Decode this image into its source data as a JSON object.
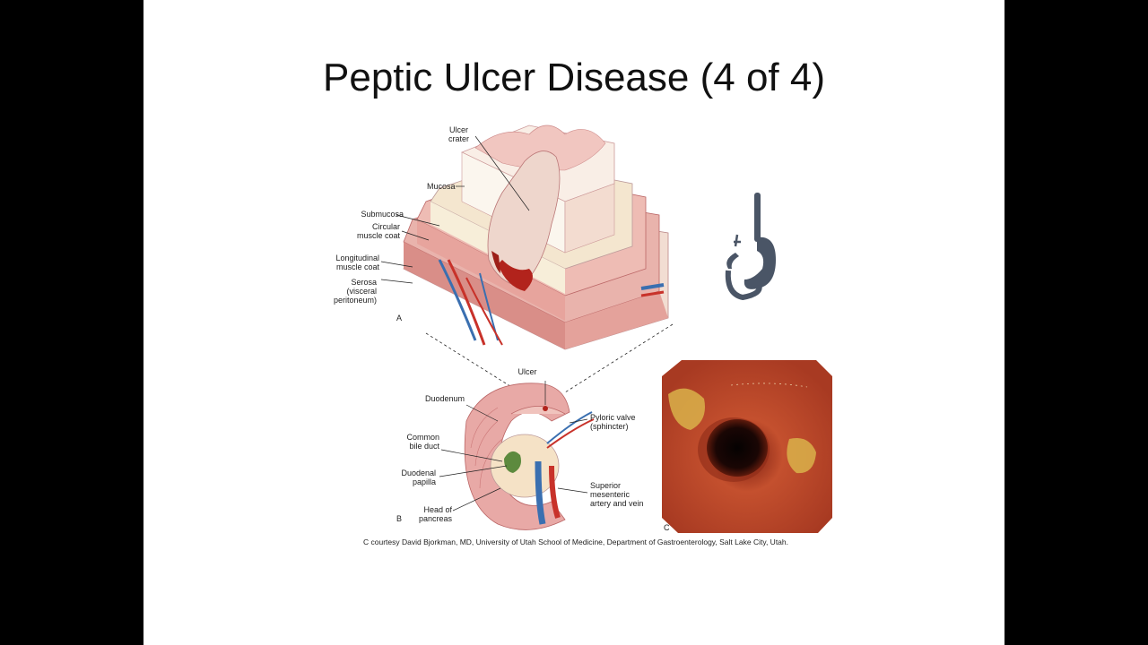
{
  "slide": {
    "title": "Peptic Ulcer Disease (4 of 4)",
    "credit": "C  courtesy David Bjorkman, MD, University of Utah School of Medicine, Department of Gastroenterology, Salt Lake City, Utah."
  },
  "figure_a": {
    "panel_label": "A",
    "labels": {
      "ulcer_crater": "Ulcer\ncrater",
      "mucosa": "Mucosa",
      "submucosa": "Submucosa",
      "circular": "Circular\nmuscle coat",
      "longitudinal": "Longitudinal\nmuscle coat",
      "serosa": "Serosa\n(visceral\nperitoneum)"
    }
  },
  "figure_b": {
    "panel_label": "B",
    "labels": {
      "ulcer": "Ulcer",
      "duodenum": "Duodenum",
      "pyloric": "Pyloric valve\n(sphincter)",
      "bile_duct": "Common\nbile duct",
      "papilla": "Duodenal\npapilla",
      "superior": "Superior\nmesenteric\nartery and vein",
      "pancreas": "Head of\npancreas"
    }
  },
  "figure_c": {
    "panel_label": "C"
  },
  "colors": {
    "tissue_pink": "#e8a9a6",
    "tissue_light": "#f6dcd6",
    "artery_red": "#c8322a",
    "vein_blue": "#3a6fb0",
    "stomach_icon": "#4a5566",
    "endoscopy_bg": "#b8452c"
  }
}
